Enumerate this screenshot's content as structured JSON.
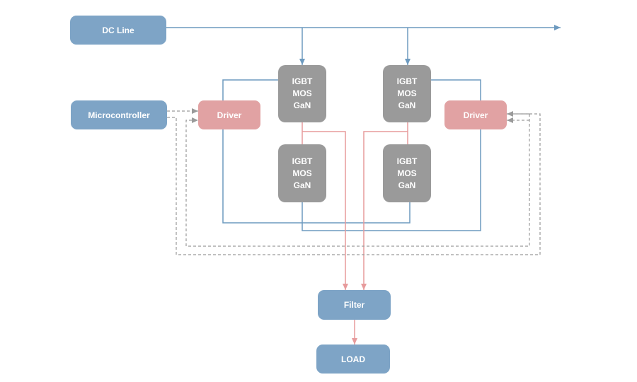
{
  "colors": {
    "blue_node": "#7ea4c6",
    "pink_node": "#e1a2a3",
    "gray_node": "#9a9a9a",
    "blue_line": "#6d9abf",
    "pink_line": "#e79b9c",
    "dashed_line": "#9a9a9a"
  },
  "nodes": {
    "dc_line": "DC Line",
    "microcontroller": "Microcontroller",
    "driver_left": "Driver",
    "driver_right": "Driver",
    "switch_tl": [
      "IGBT",
      "MOS",
      "GaN"
    ],
    "switch_tr": [
      "IGBT",
      "MOS",
      "GaN"
    ],
    "switch_bl": [
      "IGBT",
      "MOS",
      "GaN"
    ],
    "switch_br": [
      "IGBT",
      "MOS",
      "GaN"
    ],
    "filter": "Filter",
    "load": "LOAD"
  }
}
